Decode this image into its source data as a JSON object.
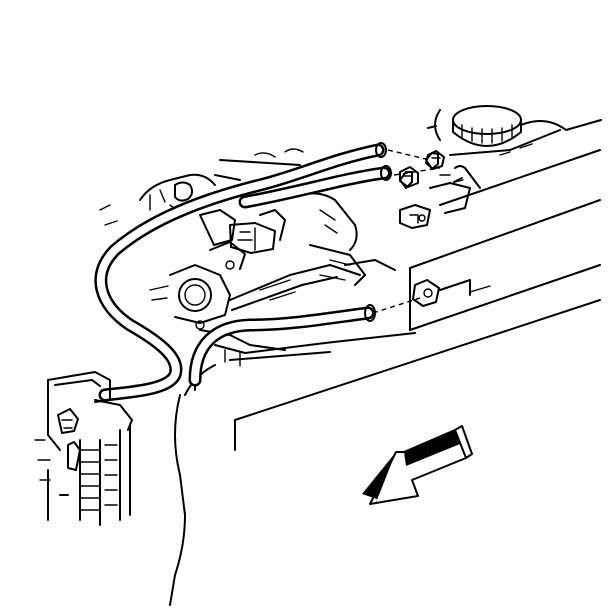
{
  "diagram": {
    "components": [
      {
        "id": "heater-inlet-hose",
        "icon": "hose-icon"
      },
      {
        "id": "heater-outlet-hose",
        "icon": "hose-icon"
      },
      {
        "id": "lower-bypass-hose",
        "icon": "hose-icon"
      },
      {
        "id": "hose-clamps",
        "icon": "clamp-icon"
      },
      {
        "id": "heater-core-pipes",
        "icon": "pipe-icon"
      },
      {
        "id": "coolant-reservoir-cap",
        "icon": "cap-icon"
      },
      {
        "id": "radiator-tank",
        "icon": "radiator-icon"
      },
      {
        "id": "engine-block",
        "icon": "engine-icon"
      },
      {
        "id": "front-of-vehicle-arrow",
        "icon": "arrow-icon"
      }
    ],
    "colors": {
      "line": "#000000",
      "background": "#ffffff"
    }
  }
}
